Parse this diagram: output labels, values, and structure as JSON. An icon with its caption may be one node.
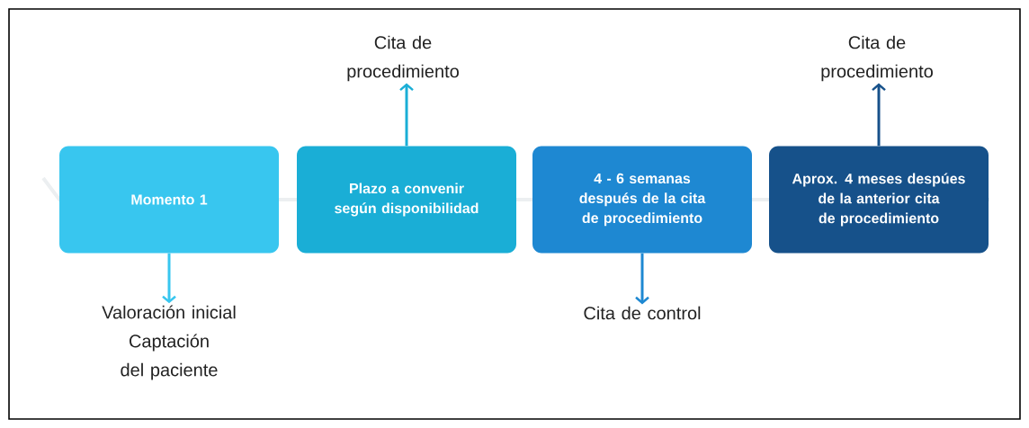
{
  "diagram": {
    "nodes": [
      {
        "text": [
          "Momento 1"
        ]
      },
      {
        "text": [
          "Plazo a convenir según disponibilidad"
        ]
      },
      {
        "text": [
          "4 - 6 semanas después de la cita de procedimiento"
        ]
      },
      {
        "text": [
          "Aprox. 4 meses despúes de la anterior cita de procedimiento"
        ]
      },
      {
        "text": [
          "Valoración inicial Captación del paciente"
        ]
      },
      {
        "text": [
          "Cita de procedimiento"
        ]
      },
      {
        "text": [
          "Cita de control"
        ]
      },
      {
        "text": [
          "Cita de procedimiento"
        ]
      }
    ],
    "edges": [
      {
        "from": 0,
        "to": 4,
        "arrow": "to",
        "color": "#38c6ef"
      },
      {
        "from": 1,
        "to": 5,
        "arrow": "to",
        "color": "#1aaed6"
      },
      {
        "from": 2,
        "to": 6,
        "arrow": "to",
        "color": "#1e88d2"
      },
      {
        "from": 3,
        "to": 7,
        "arrow": "to",
        "color": "#16518a"
      }
    ]
  }
}
